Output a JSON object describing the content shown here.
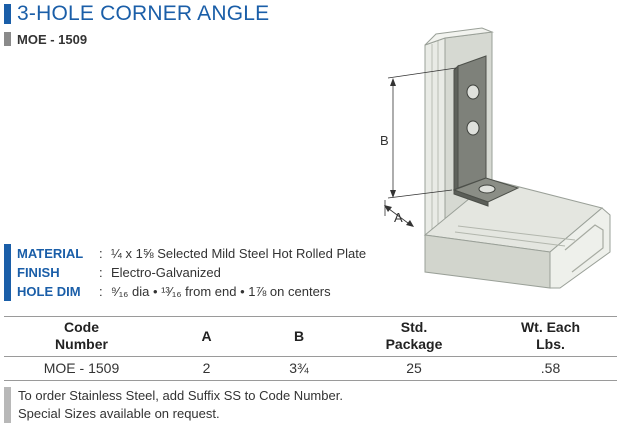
{
  "header": {
    "title": "3-HOLE CORNER ANGLE",
    "model": "MOE - 1509"
  },
  "illustration": {
    "dimension_b_label": "B",
    "dimension_a_label": "A"
  },
  "specs": [
    {
      "label": "MATERIAL",
      "colon": ":",
      "value": "¼ x 1⅝ Selected Mild Steel Hot Rolled Plate"
    },
    {
      "label": "FINISH",
      "colon": ":",
      "value": "Electro-Galvanized"
    },
    {
      "label": "HOLE DIM",
      "colon": ":",
      "value": "⁹⁄₁₆ dia  •  ¹³⁄₁₆ from end  •  1⅞  on centers"
    }
  ],
  "table": {
    "headers": [
      "Code\nNumber",
      "A",
      "B",
      "Std.\nPackage",
      "Wt. Each\nLbs."
    ],
    "rows": [
      [
        "MOE - 1509",
        "2",
        "3¾",
        "25",
        ".58"
      ]
    ]
  },
  "notes": [
    "To order Stainless Steel, add Suffix SS to Code Number.",
    "Special Sizes available on request."
  ],
  "colors": {
    "accent_blue": "#1a5ea8",
    "gray_bar": "#8a8a8a",
    "note_bar": "#b8b8b8"
  }
}
